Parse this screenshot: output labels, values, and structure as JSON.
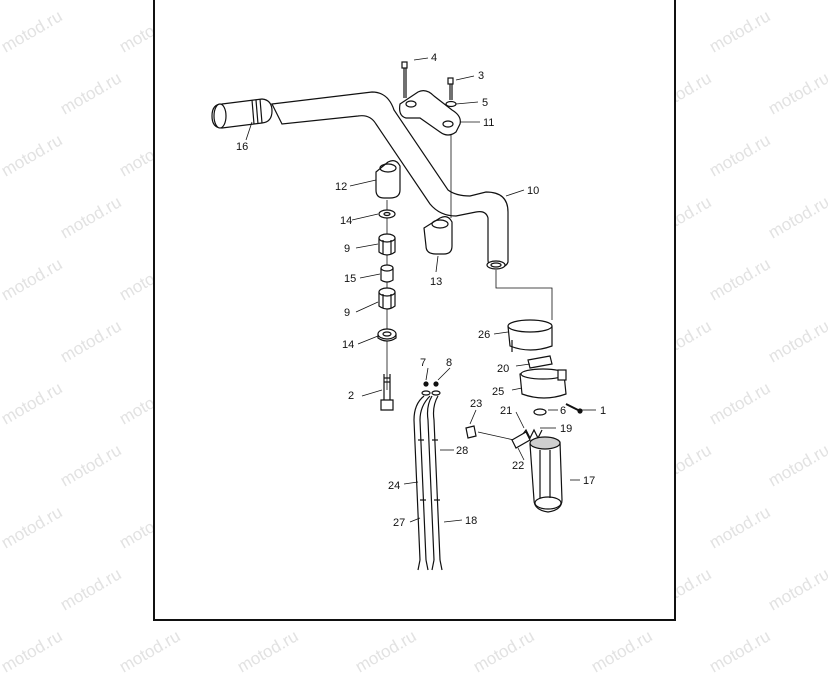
{
  "watermark": "motod.ru",
  "callouts": {
    "c1": "1",
    "c2": "2",
    "c3": "3",
    "c4": "4",
    "c5": "5",
    "c6": "6",
    "c7": "7",
    "c8": "8",
    "c9a": "9",
    "c9b": "9",
    "c10": "10",
    "c11": "11",
    "c12": "12",
    "c13": "13",
    "c14a": "14",
    "c14b": "14",
    "c15": "15",
    "c16": "16",
    "c17": "17",
    "c18": "18",
    "c19": "19",
    "c20": "20",
    "c21": "21",
    "c22": "22",
    "c23": "23",
    "c24": "24",
    "c25": "25",
    "c26": "26",
    "c27": "27",
    "c28": "28"
  },
  "colors": {
    "line": "#111111",
    "part_fill": "#ffffff",
    "shade": "#cfcfcf",
    "watermark": "#e2e2e2"
  }
}
